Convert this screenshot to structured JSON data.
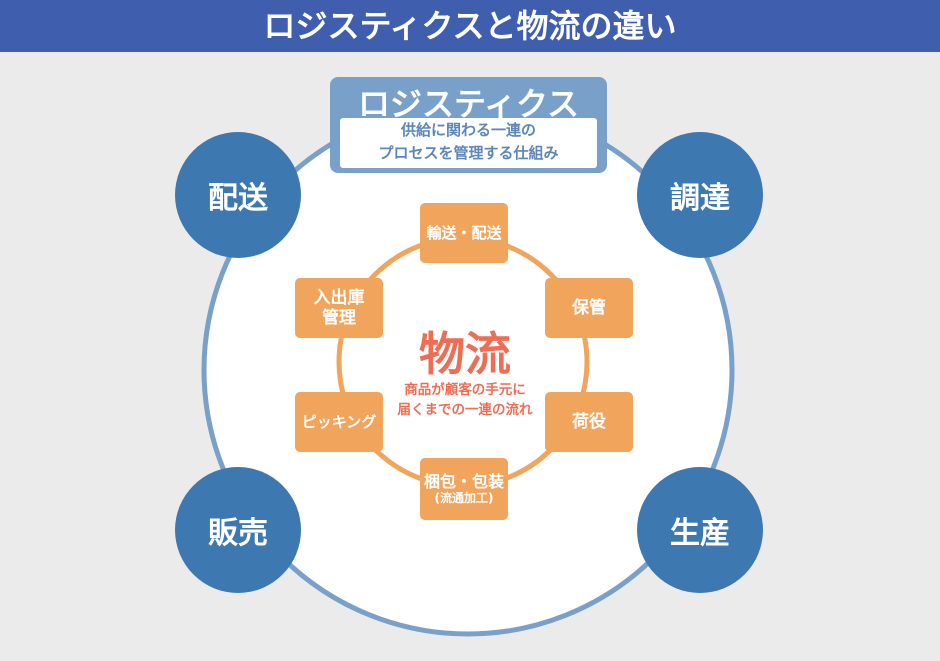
{
  "title": "ロジスティクスと物流の違い",
  "logistics": {
    "title": "ロジスティクス",
    "desc_line1": "供給に関わる一連の",
    "desc_line2": "プロセスを管理する仕組み"
  },
  "outer": [
    "配送",
    "調達",
    "販売",
    "生産"
  ],
  "center": {
    "title": "物流",
    "desc_line1": "商品が顧客の手元に",
    "desc_line2": "届くまでの一連の流れ"
  },
  "functions": {
    "transport": "輸送・配送",
    "storage": "保管",
    "handling": "荷役",
    "packaging": "梱包・包装",
    "packaging_sub": "(流通加工)",
    "picking": "ピッキング",
    "inout_1": "入出庫",
    "inout_2": "管理"
  },
  "colors": {
    "header": "#3f5eae",
    "blue": "#3d78b0",
    "ring": "#79a0c8",
    "orange": "#f0a45c",
    "red": "#ee6e55"
  }
}
